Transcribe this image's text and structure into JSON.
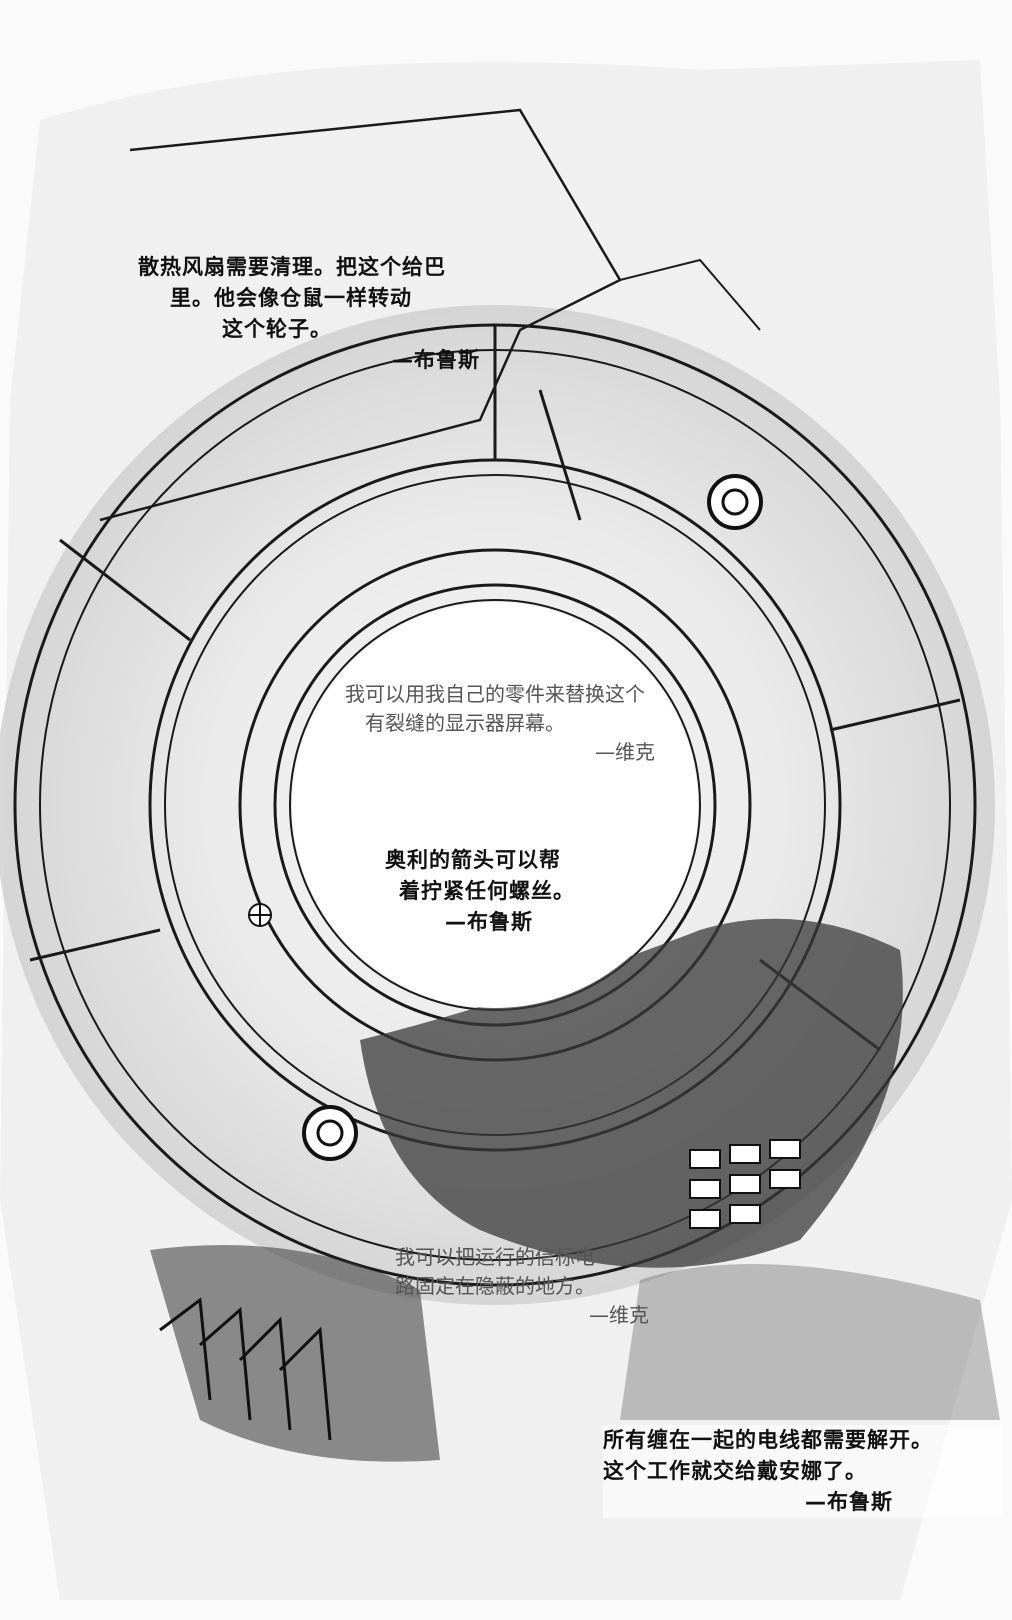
{
  "captions": [
    {
      "lines": [
        "散热风扇需要清理。把这个给巴",
        "里。他会像仓鼠一样转动",
        "这个轮子。"
      ],
      "signature": "—布鲁斯"
    },
    {
      "lines": [
        "我可以用我自己的零件来替换这个",
        "有裂缝的显示器屏幕。"
      ],
      "signature": "—维克"
    },
    {
      "lines": [
        "奥利的箭头可以帮",
        "着拧紧任何螺丝。"
      ],
      "signature": "—布鲁斯"
    },
    {
      "lines": [
        "我可以把运行的信标电",
        "路固定在隐蔽的地方。"
      ],
      "signature": "—维克"
    },
    {
      "lines": [
        "所有缠在一起的电线都需要解开。",
        "这个工作就交给戴安娜了。"
      ],
      "signature": "—布鲁斯"
    }
  ]
}
